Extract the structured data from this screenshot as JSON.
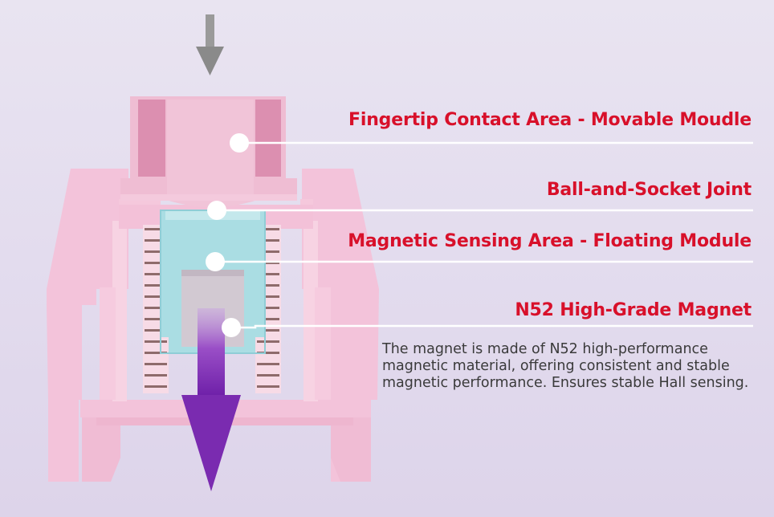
{
  "callouts": [
    {
      "title": "Fingertip Contact Area - Movable Moudle"
    },
    {
      "title": "Ball-and-Socket Joint"
    },
    {
      "title": "Magnetic Sensing Area - Floating Module"
    },
    {
      "title": "N52 High-Grade Magnet",
      "description": "The magnet is made of N52 high-performance magnetic material, offering consistent and stable magnetic performance. Ensures stable Hall sensing."
    }
  ],
  "colors": {
    "background": "#e6e0ef",
    "housing": "#f2bdd6",
    "stem": "#eeb7cf",
    "floating_module": "#a9dde4",
    "magnet": "#cfc6ce",
    "spring": "#8e6b6b",
    "arrow_press": "#8a8a8a",
    "arrow_down": "#7a2bb0",
    "title_text": "#d8102a"
  }
}
